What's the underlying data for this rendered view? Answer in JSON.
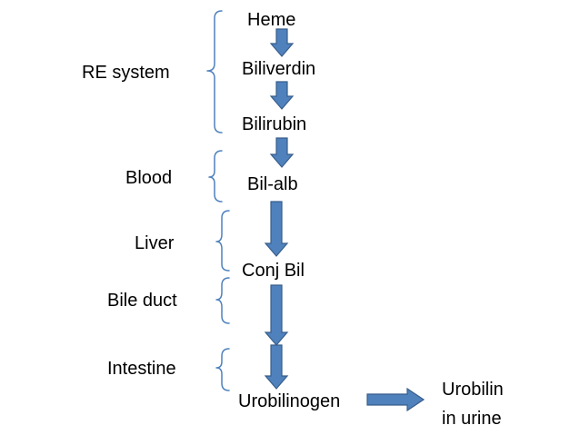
{
  "colors": {
    "arrow_fill": "#4f81bd",
    "arrow_stroke": "#385d8a",
    "bracket": "#4f81bd",
    "text": "#000000",
    "background": "#ffffff"
  },
  "steps": [
    {
      "key": "heme",
      "label": "Heme"
    },
    {
      "key": "biliverdin",
      "label": "Biliverdin"
    },
    {
      "key": "bilirubin",
      "label": "Bilirubin"
    },
    {
      "key": "bil_alb",
      "label": "Bil-alb"
    },
    {
      "key": "conj_bil",
      "label": "Conj Bil"
    },
    {
      "key": "urobilinogen",
      "label": "Urobilinogen"
    },
    {
      "key": "urobilin",
      "label_line1": "Urobilin",
      "label_line2": "in urine"
    }
  ],
  "locations": [
    {
      "key": "re_system",
      "label": "RE system"
    },
    {
      "key": "blood",
      "label": "Blood"
    },
    {
      "key": "liver",
      "label": "Liver"
    },
    {
      "key": "bile_duct",
      "label": "Bile duct"
    },
    {
      "key": "intestine",
      "label": "Intestine"
    }
  ],
  "icons": {
    "down_arrow": "down-arrow-icon",
    "right_arrow": "right-arrow-icon",
    "bracket": "curly-brace-icon"
  }
}
